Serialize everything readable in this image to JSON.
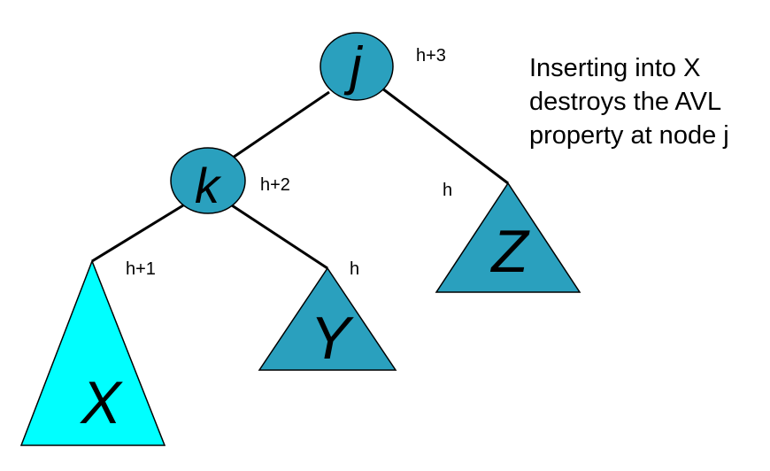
{
  "colors": {
    "node_fill": "#2aa0be",
    "highlight_fill": "#00ffff",
    "edge": "#000000"
  },
  "nodes": {
    "j": {
      "label": "j",
      "height": "h+3"
    },
    "k": {
      "label": "k",
      "height": "h+2"
    }
  },
  "subtrees": {
    "x": {
      "label": "X",
      "height": "h+1",
      "highlighted": true
    },
    "y": {
      "label": "Y",
      "height": "h"
    },
    "z": {
      "label": "Z",
      "height": "h"
    }
  },
  "note": {
    "lines": [
      "Inserting into X",
      "destroys the AVL",
      "property at node j"
    ]
  }
}
